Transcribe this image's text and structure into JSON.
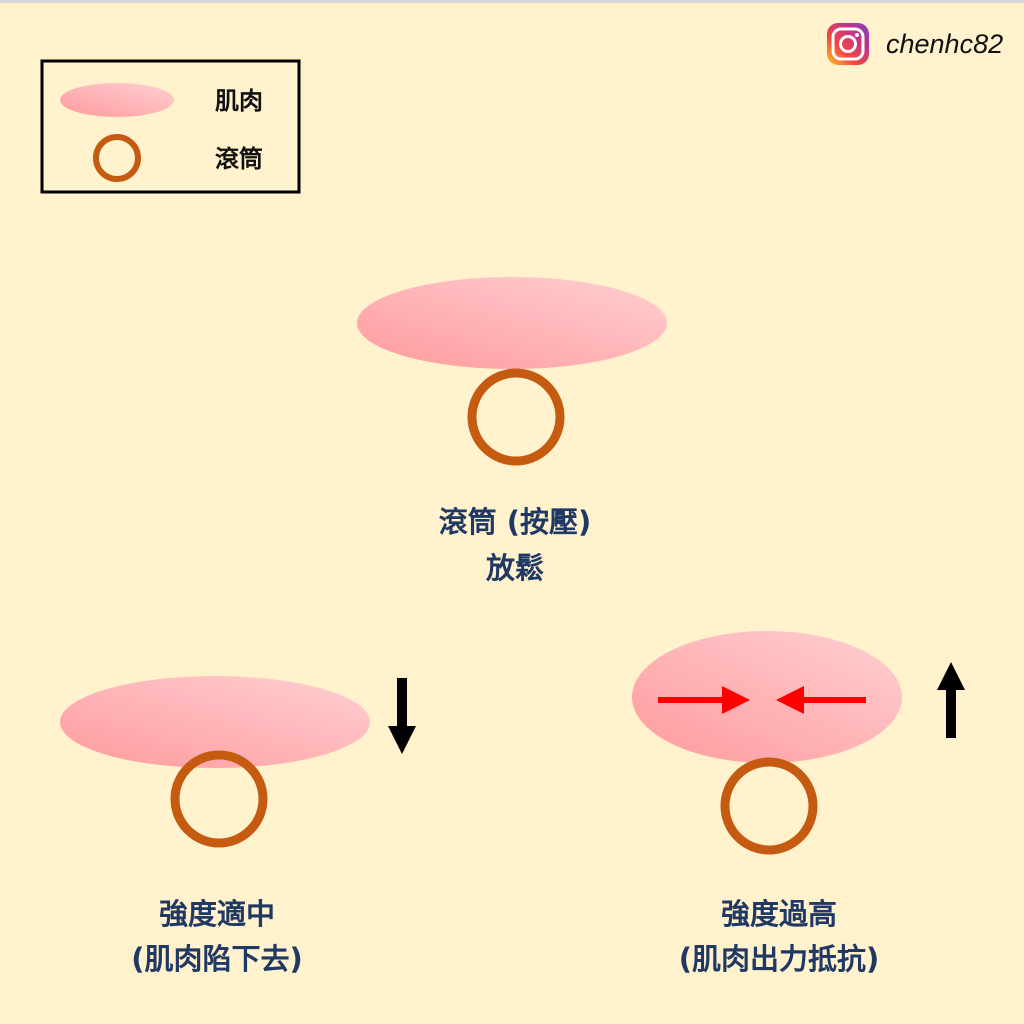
{
  "watermark": {
    "icon": "instagram-icon",
    "handle": "chenhc82"
  },
  "legend": {
    "items": [
      {
        "icon": "muscle-ellipse",
        "label": "肌肉"
      },
      {
        "icon": "roller-ring",
        "label": "滾筒"
      }
    ]
  },
  "panels": {
    "top": {
      "line1": "滾筒 (按壓)",
      "line2": "放鬆"
    },
    "left": {
      "line1": "強度適中",
      "line2": "(肌肉陷下去)",
      "arrow": "down"
    },
    "right": {
      "line1": "強度過高",
      "line2": "(肌肉出力抵抗)",
      "arrow": "up"
    }
  },
  "colors": {
    "background": "#fff2cc",
    "muscle_light": "#ffc9cc",
    "muscle_dark": "#ff9a9e",
    "roller": "#c55a11",
    "text": "#1f3864",
    "force_arrow": "#ff0000"
  }
}
